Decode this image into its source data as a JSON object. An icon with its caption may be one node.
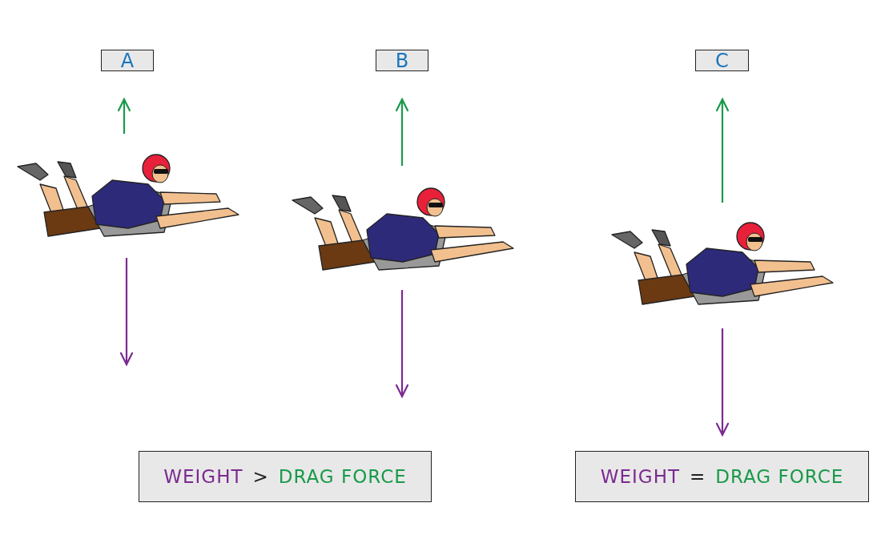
{
  "diagram": {
    "nodes": [
      {
        "text": [
          "A"
        ]
      },
      {
        "text": [
          "B"
        ]
      },
      {
        "text": [
          "C"
        ]
      },
      {
        "text": [
          "WEIGHT",
          ">",
          "DRAG FORCE"
        ]
      },
      {
        "text": [
          "WEIGHT",
          "=",
          "DRAG FORCE"
        ]
      }
    ]
  }
}
